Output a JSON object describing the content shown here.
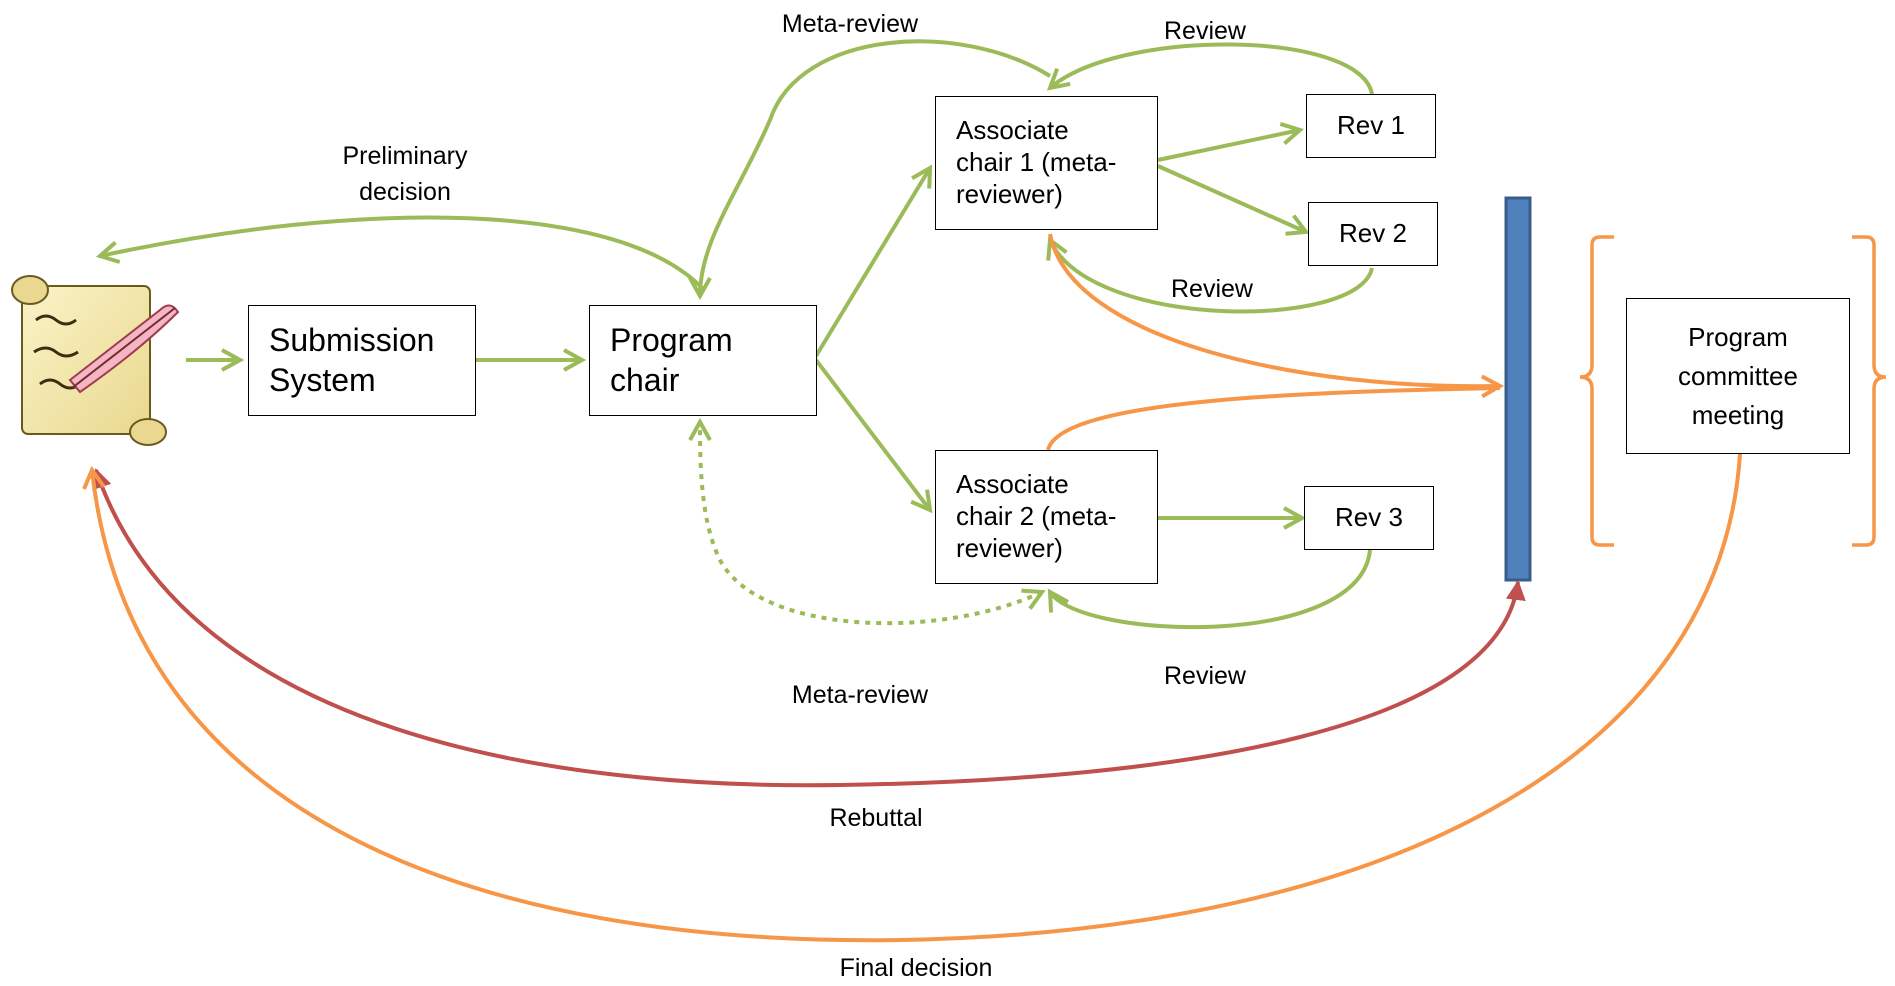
{
  "nodes": {
    "submission": "Submission\nSystem",
    "program_chair": "Program\nchair",
    "ac1": "Associate\nchair 1 (meta-\nreviewer)",
    "ac2": "Associate\nchair 2 (meta-\nreviewer)",
    "rev1": "Rev 1",
    "rev2": "Rev 2",
    "rev3": "Rev 3",
    "pc_meeting": "Program\ncommittee\nmeeting"
  },
  "labels": {
    "preliminary_decision": "Preliminary\ndecision",
    "meta_review_top": "Meta-review",
    "review_top": "Review",
    "review_mid": "Review",
    "meta_review_bottom": "Meta-review",
    "review_bottom": "Review",
    "rebuttal": "Rebuttal",
    "final_decision": "Final decision"
  },
  "colors": {
    "green": "#9bbb59",
    "orange": "#f79646",
    "red": "#c0504d",
    "blue": "#4f81bd",
    "blue_border": "#385d8a"
  },
  "icons": {
    "paper": "scroll-with-quill-icon"
  }
}
